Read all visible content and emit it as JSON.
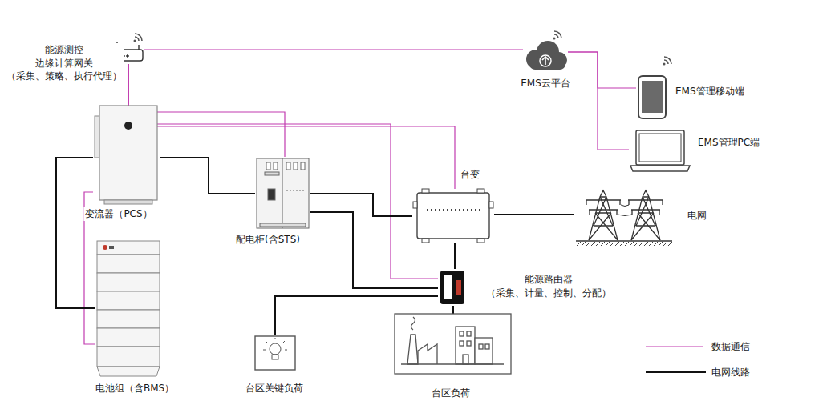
{
  "diagram": {
    "nodes": [
      {
        "text": [
          "能源测控 边缘计算网关 （采集、策略、执行代理）"
        ]
      },
      {
        "text": [
          "EMS云平台"
        ]
      },
      {
        "text": [
          "EMS管理移动端"
        ]
      },
      {
        "text": [
          "EMS管理PC端"
        ]
      },
      {
        "text": [
          "变流器（PCS）"
        ]
      },
      {
        "text": [
          "配电柜(含STS)"
        ]
      },
      {
        "text": [
          "台变"
        ]
      },
      {
        "text": [
          "电网"
        ]
      },
      {
        "text": [
          "电池组（含BMS）"
        ]
      },
      {
        "text": [
          "能源路由器 （采集、计量、控制、分配）"
        ]
      },
      {
        "text": [
          "台区关键负荷"
        ]
      },
      {
        "text": [
          "台区负荷"
        ]
      }
    ],
    "edges": [
      {
        "from": 0,
        "to": 1,
        "arrow": "none"
      },
      {
        "from": 1,
        "to": 2,
        "arrow": "none"
      },
      {
        "from": 1,
        "to": 3,
        "arrow": "none"
      },
      {
        "from": 0,
        "to": 4,
        "arrow": "none"
      },
      {
        "from": 0,
        "to": 5,
        "arrow": "none"
      },
      {
        "from": 0,
        "to": 9,
        "arrow": "none"
      },
      {
        "from": 0,
        "to": 6,
        "arrow": "none"
      },
      {
        "from": 4,
        "to": 8,
        "arrow": "none"
      },
      {
        "from": 4,
        "to": 5,
        "arrow": "none"
      },
      {
        "from": 4,
        "to": 8,
        "arrow": "none"
      },
      {
        "from": 5,
        "to": 6,
        "arrow": "none"
      },
      {
        "from": 6,
        "to": 7,
        "arrow": "none"
      },
      {
        "from": 6,
        "to": 9,
        "arrow": "none"
      },
      {
        "from": 5,
        "to": 9,
        "arrow": "none"
      },
      {
        "from": 9,
        "to": 10,
        "arrow": "none"
      },
      {
        "from": 9,
        "to": 11,
        "arrow": "none"
      }
    ],
    "legend": [
      {
        "text": "数据通信"
      },
      {
        "text": "电网线路"
      }
    ]
  }
}
